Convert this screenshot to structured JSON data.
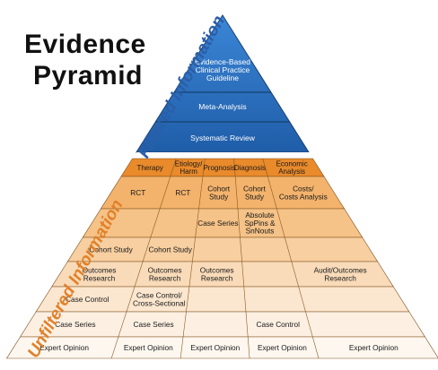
{
  "title": {
    "line1": "Evidence",
    "line2": "Pyramid"
  },
  "side_labels": {
    "filtered": "Filtered Information",
    "unfiltered": "Unfiltered Information"
  },
  "colors": {
    "blue": "#2f78c9",
    "blue_dark": "#1d4f8f",
    "orange_header": "#e98a2b",
    "orange_1": "#f3b36c",
    "orange_2": "#f5c287",
    "orange_3": "#f7cfa0",
    "orange_4": "#f9dbb9",
    "orange_5": "#fbe6cf",
    "orange_6": "#fdf0e3",
    "orange_7": "#fef7ef"
  },
  "filtered_levels": [
    [
      "Evidence-Based",
      "Clinical Practice",
      "Guideline"
    ],
    [
      "Meta-Analysis"
    ],
    [
      "Systematic Review"
    ]
  ],
  "columns": [
    [
      "Therapy"
    ],
    [
      "Etiology/",
      "Harm"
    ],
    [
      "Prognosis"
    ],
    [
      "Diagnosis"
    ],
    [
      "Economic",
      "Analysis"
    ]
  ],
  "rows": [
    [
      [
        "RCT"
      ],
      [
        "RCT"
      ],
      [
        "Cohort",
        "Study"
      ],
      [
        "Cohort",
        "Study"
      ],
      [
        "Costs/",
        "Costs Analysis"
      ]
    ],
    [
      [],
      [],
      [
        "Case Series"
      ],
      [
        "Absolute",
        "SpPins &",
        "SnNouts"
      ],
      []
    ],
    [
      [
        "Cohort Study"
      ],
      [
        "Cohort Study"
      ],
      [],
      [],
      []
    ],
    [
      [
        "Outcomes",
        "Research"
      ],
      [
        "Outcomes",
        "Research"
      ],
      [
        "Outcomes",
        "Research"
      ],
      [],
      [
        "Audit/Outcomes",
        "Research"
      ]
    ],
    [
      [
        "Case Control"
      ],
      [
        "Case Control/",
        "Cross-Sectional"
      ],
      [],
      [],
      []
    ],
    [
      [
        "Case Series"
      ],
      [
        "Case Series"
      ],
      [],
      [
        "Case Control"
      ],
      []
    ],
    [
      [
        "Expert Opinion"
      ],
      [
        "Expert Opinion"
      ],
      [
        "Expert Opinion"
      ],
      [
        "Expert Opinion"
      ],
      [
        "Expert Opinion"
      ]
    ]
  ]
}
